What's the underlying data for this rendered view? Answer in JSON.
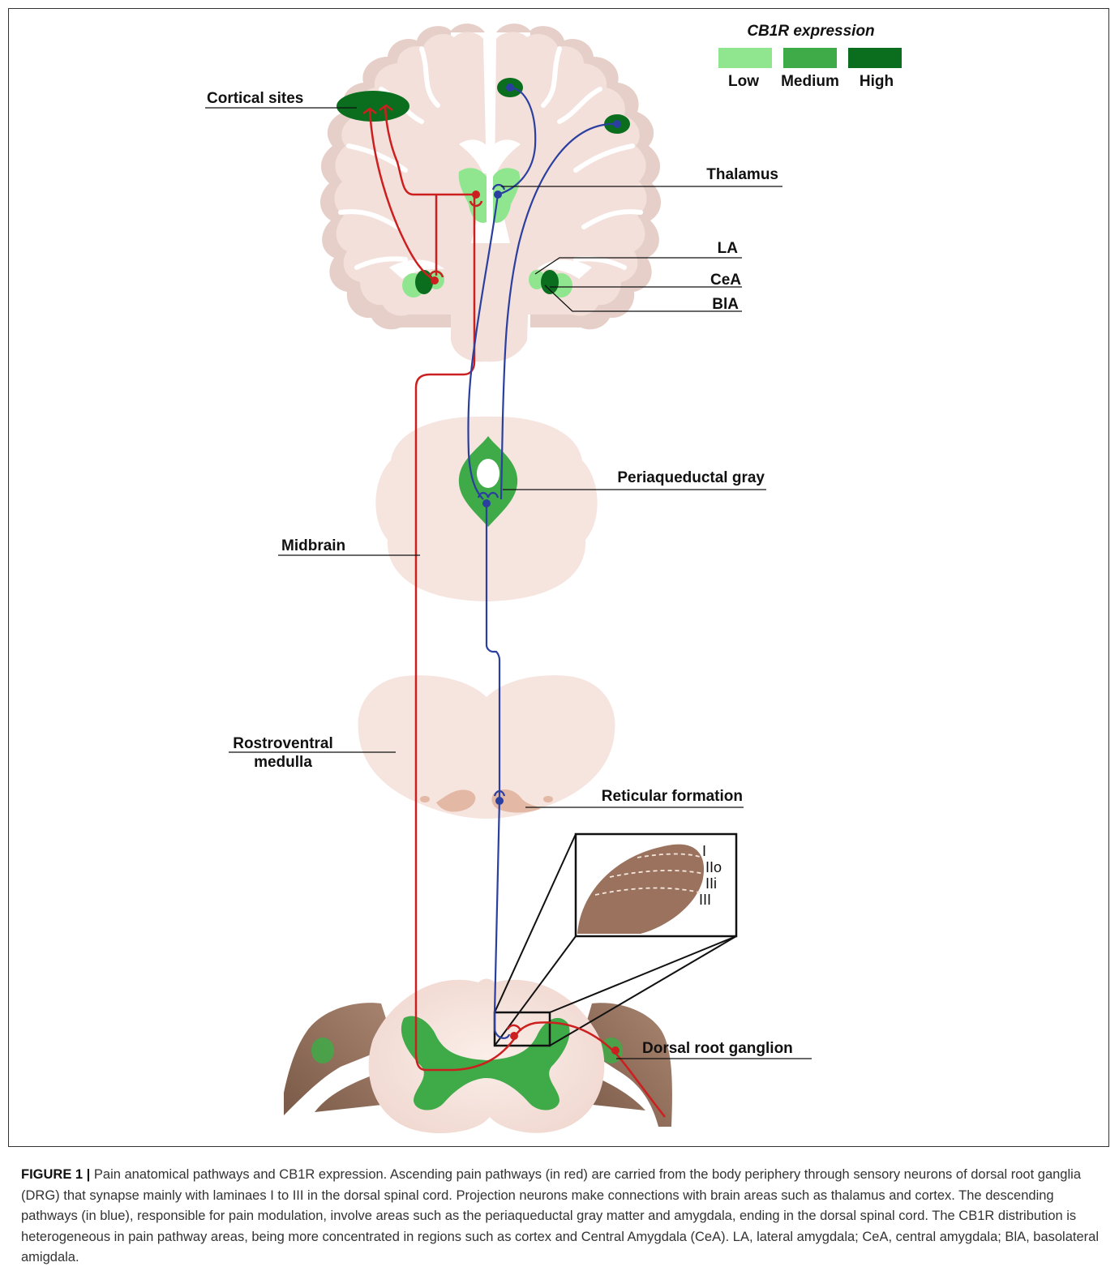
{
  "legend": {
    "title": "CB1R expression",
    "items": [
      {
        "label": "Low",
        "color": "#8fe68f"
      },
      {
        "label": "Medium",
        "color": "#3faa48"
      },
      {
        "label": "High",
        "color": "#0b6e1e"
      }
    ]
  },
  "labels": {
    "cortical_sites": "Cortical sites",
    "thalamus": "Thalamus",
    "la": "LA",
    "cea": "CeA",
    "bla": "BlA",
    "periaqueductal_gray": "Periaqueductal gray",
    "midbrain": "Midbrain",
    "rostroventral_line1": "Rostroventral",
    "rostroventral_line2": "medulla",
    "reticular_formation": "Reticular formation",
    "dorsal_root_ganglion": "Dorsal root ganglion"
  },
  "laminae": [
    "I",
    "IIo",
    "IIi",
    "III"
  ],
  "colors": {
    "ascending_pathway": "#cc1f1f",
    "descending_pathway": "#2a3fa0",
    "tissue": "#f6e4df",
    "nerve": "#8b6a58"
  },
  "caption": {
    "label": "FIGURE 1 |",
    "text": "Pain anatomical pathways and CB1R expression. Ascending pain pathways (in red) are carried from the body periphery through sensory neurons of dorsal root ganglia (DRG) that synapse mainly with laminaes I to III in the dorsal spinal cord. Projection neurons make connections with brain areas such as thalamus and cortex. The descending pathways (in blue), responsible for pain modulation, involve areas such as the periaqueductal gray matter and amygdala, ending in the dorsal spinal cord. The CB1R distribution is heterogeneous in pain pathway areas, being more concentrated in regions such as cortex and Central Amygdala (CeA). LA, lateral amygdala; CeA, central amygdala; BlA, basolateral amigdala."
  }
}
